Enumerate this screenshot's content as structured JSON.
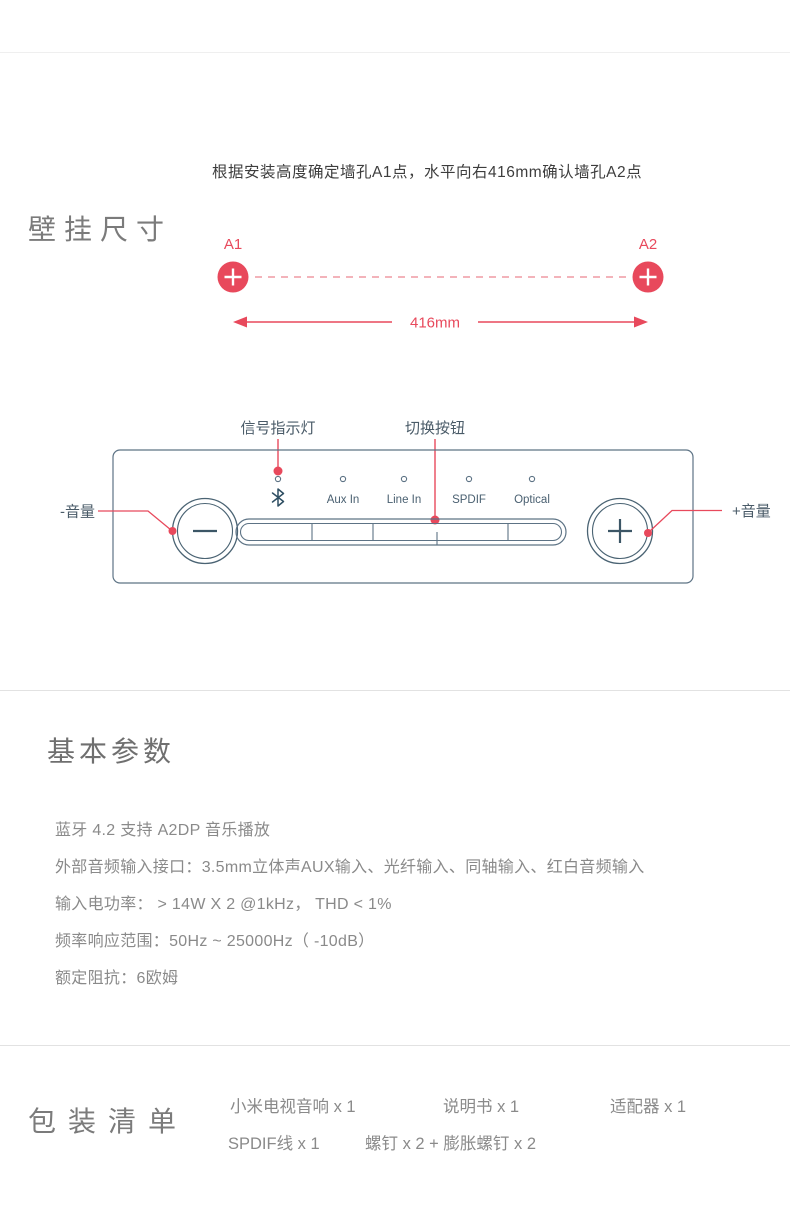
{
  "colors": {
    "accent_red": "#e8495c",
    "dash_pink": "#ef9aa4",
    "panel_stroke": "#5d7385",
    "panel_label": "#4a5b68",
    "title_gray": "#7b7b7b",
    "body_gray": "#8a8a8a"
  },
  "wall_mount": {
    "instruction": "根据安装高度确定墙孔A1点，水平向右416mm确认墙孔A2点",
    "title": "壁挂尺寸",
    "point_a1": "A1",
    "point_a2": "A2",
    "distance": "416mm"
  },
  "panel": {
    "indicator_label": "信号指示灯",
    "switch_label": "切换按钮",
    "volume_minus_label": "-音量",
    "volume_plus_label": "+音量",
    "inputs": [
      "Aux In",
      "Line In",
      "SPDIF",
      "Optical"
    ]
  },
  "specs": {
    "title": "基本参数",
    "lines": [
      "蓝牙 4.2 支持 A2DP 音乐播放",
      "外部音频输入接口：3.5mm立体声AUX输入、光纤输入、同轴输入、红白音频输入",
      "输入电功率： > 14W X 2 @1kHz， THD < 1%",
      "频率响应范围：50Hz ~ 25000Hz（ -10dB）",
      "额定阻抗：6欧姆"
    ]
  },
  "packing": {
    "title": "包装清单",
    "items_row1": [
      "小米电视音响 x 1",
      "说明书 x 1",
      "适配器 x 1"
    ],
    "items_row2": [
      "SPDIF线 x 1",
      "螺钉 x 2 + 膨胀螺钉 x 2"
    ]
  }
}
